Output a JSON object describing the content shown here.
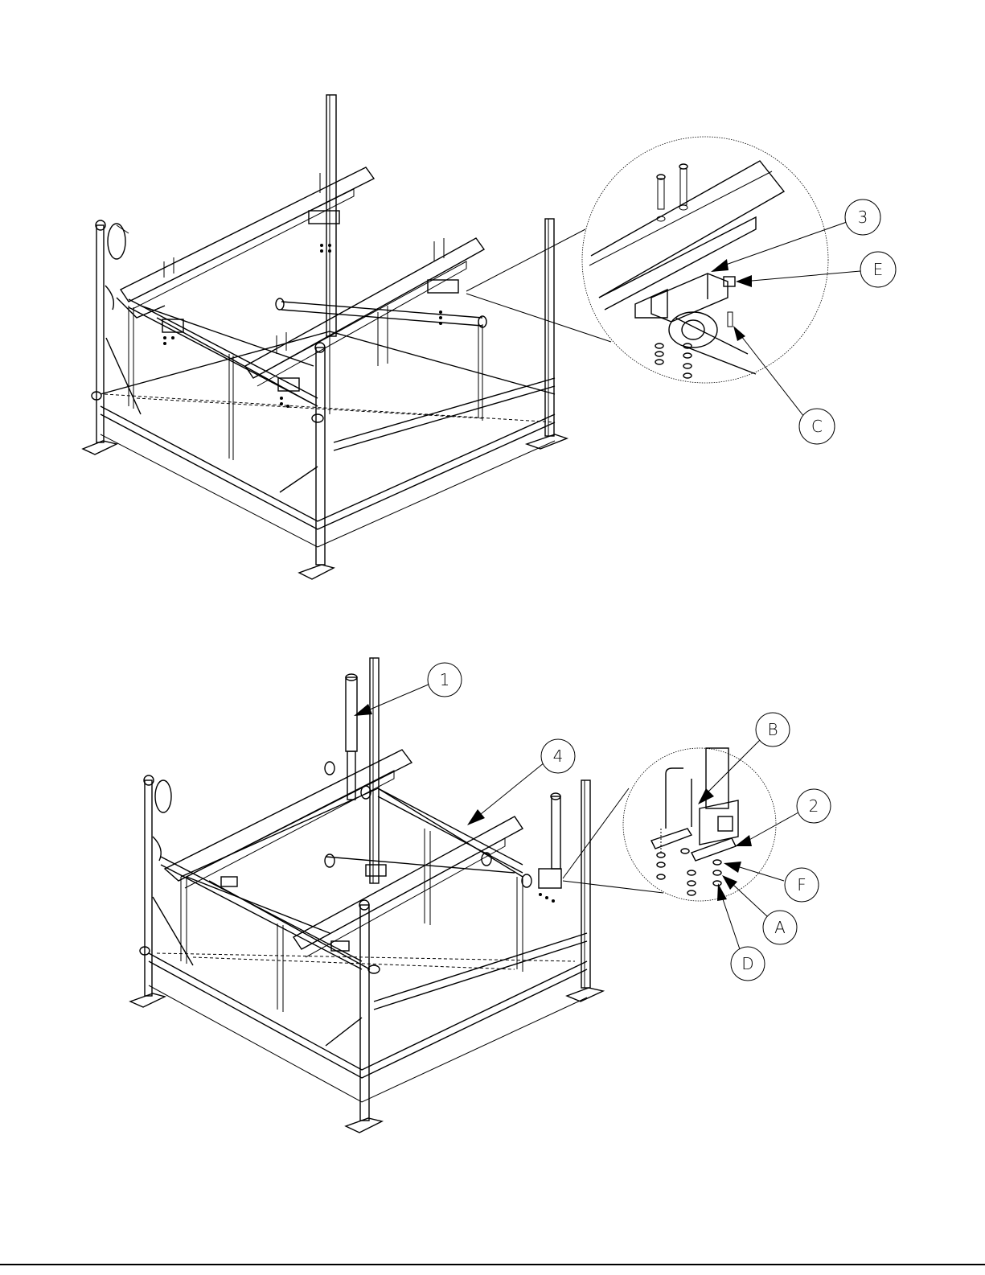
{
  "figure": "assembly-diagram",
  "views": [
    {
      "id": "top-view",
      "callouts": [
        "3",
        "E",
        "C"
      ]
    },
    {
      "id": "bottom-view",
      "callouts": [
        "1",
        "4",
        "B",
        "2",
        "F",
        "A",
        "D"
      ]
    }
  ],
  "callouts": {
    "top_3": "3",
    "top_E": "E",
    "top_C": "C",
    "bot_1": "1",
    "bot_4": "4",
    "bot_B": "B",
    "bot_2": "2",
    "bot_F": "F",
    "bot_A": "A",
    "bot_D": "D"
  }
}
